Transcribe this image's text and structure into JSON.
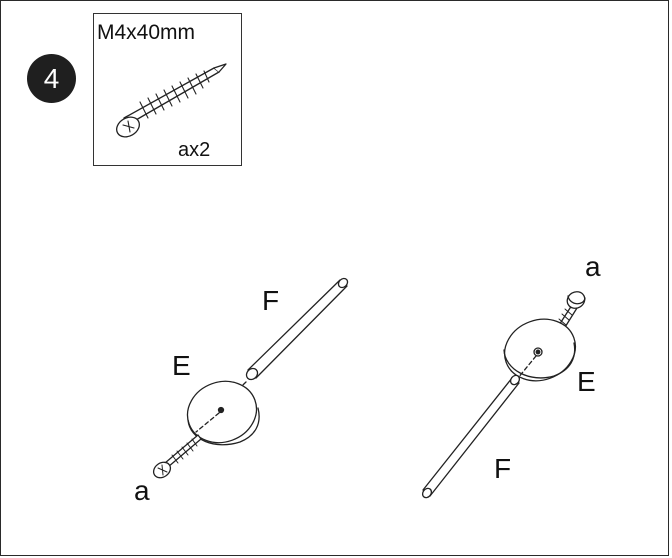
{
  "step": {
    "number": "4"
  },
  "parts_box": {
    "spec": "M4x40mm",
    "quantity": "ax2"
  },
  "left_assembly": {
    "label_F": "F",
    "label_E": "E",
    "label_a": "a"
  },
  "right_assembly": {
    "label_a": "a",
    "label_E": "E",
    "label_F": "F"
  }
}
